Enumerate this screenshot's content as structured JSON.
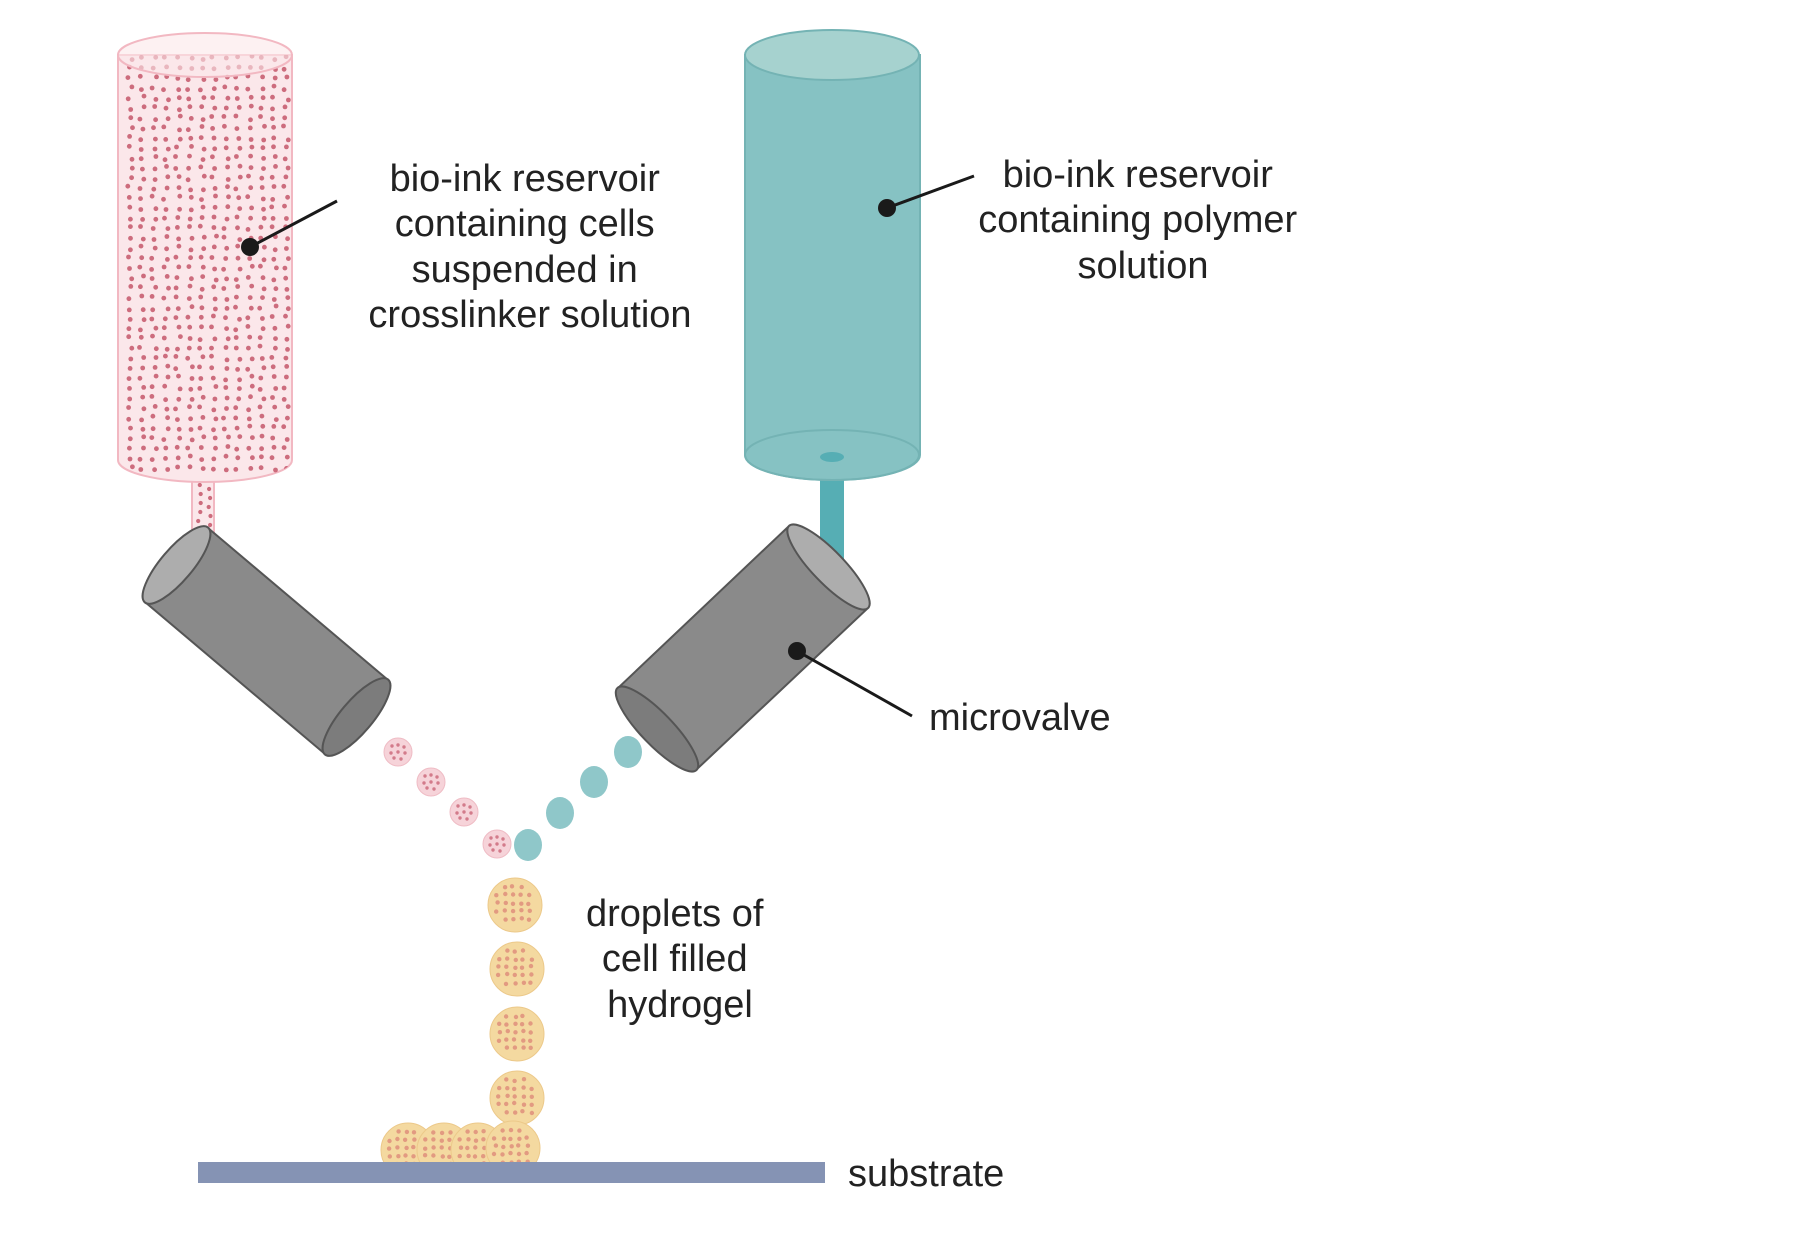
{
  "labels": {
    "cell_reservoir": [
      "bio-ink reservoir",
      "containing cells",
      "suspended in",
      "crosslinker solution"
    ],
    "polymer_reservoir": [
      "bio-ink reservoir",
      "containing polymer",
      "solution"
    ],
    "microvalve": "microvalve",
    "droplets": [
      "droplets of",
      "cell filled",
      "hydrogel"
    ],
    "substrate": "substrate"
  },
  "colors": {
    "cell_reservoir_fill": "#fbe7ea",
    "cell_reservoir_stroke": "#f2b8c2",
    "cell_dot": "#c4566a",
    "polymer_fill": "#86c2c3",
    "polymer_top": "#a6d2cf",
    "polymer_tube": "#56aeb4",
    "valve_body": "#8a8a8a",
    "valve_cap": "#adadad",
    "valve_stroke": "#555555",
    "pink_droplet": "#f6d3d9",
    "teal_droplet": "#8fc7c9",
    "hydrogel_droplet": "#f4d9a0",
    "hydrogel_dot": "#dd8a79",
    "substrate": "#8593b4",
    "leader_line": "#1a1a1a"
  }
}
